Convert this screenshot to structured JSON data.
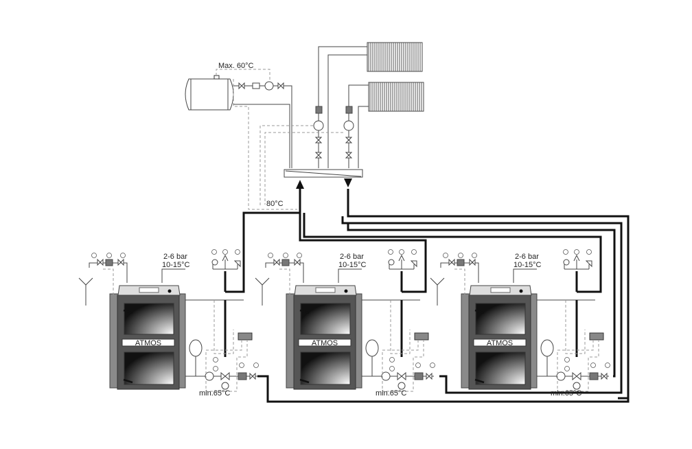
{
  "diagram": {
    "tank_label": "Max. 60°C",
    "header_temp_label": "80°C",
    "boilers": [
      {
        "brand": "ATMOS",
        "pressure": "2-6 bar",
        "temp": "10-15°C",
        "min_temp": "min.65°C"
      },
      {
        "brand": "ATMOS",
        "pressure": "2-6 bar",
        "temp": "10-15°C",
        "min_temp": "min.65°C"
      },
      {
        "brand": "ATMOS",
        "pressure": "2-6 bar",
        "temp": "10-15°C",
        "min_temp": "min.65°C"
      }
    ],
    "colors": {
      "pipe": "#111111",
      "signal": "#999999",
      "body": "#8a8a8a"
    }
  }
}
